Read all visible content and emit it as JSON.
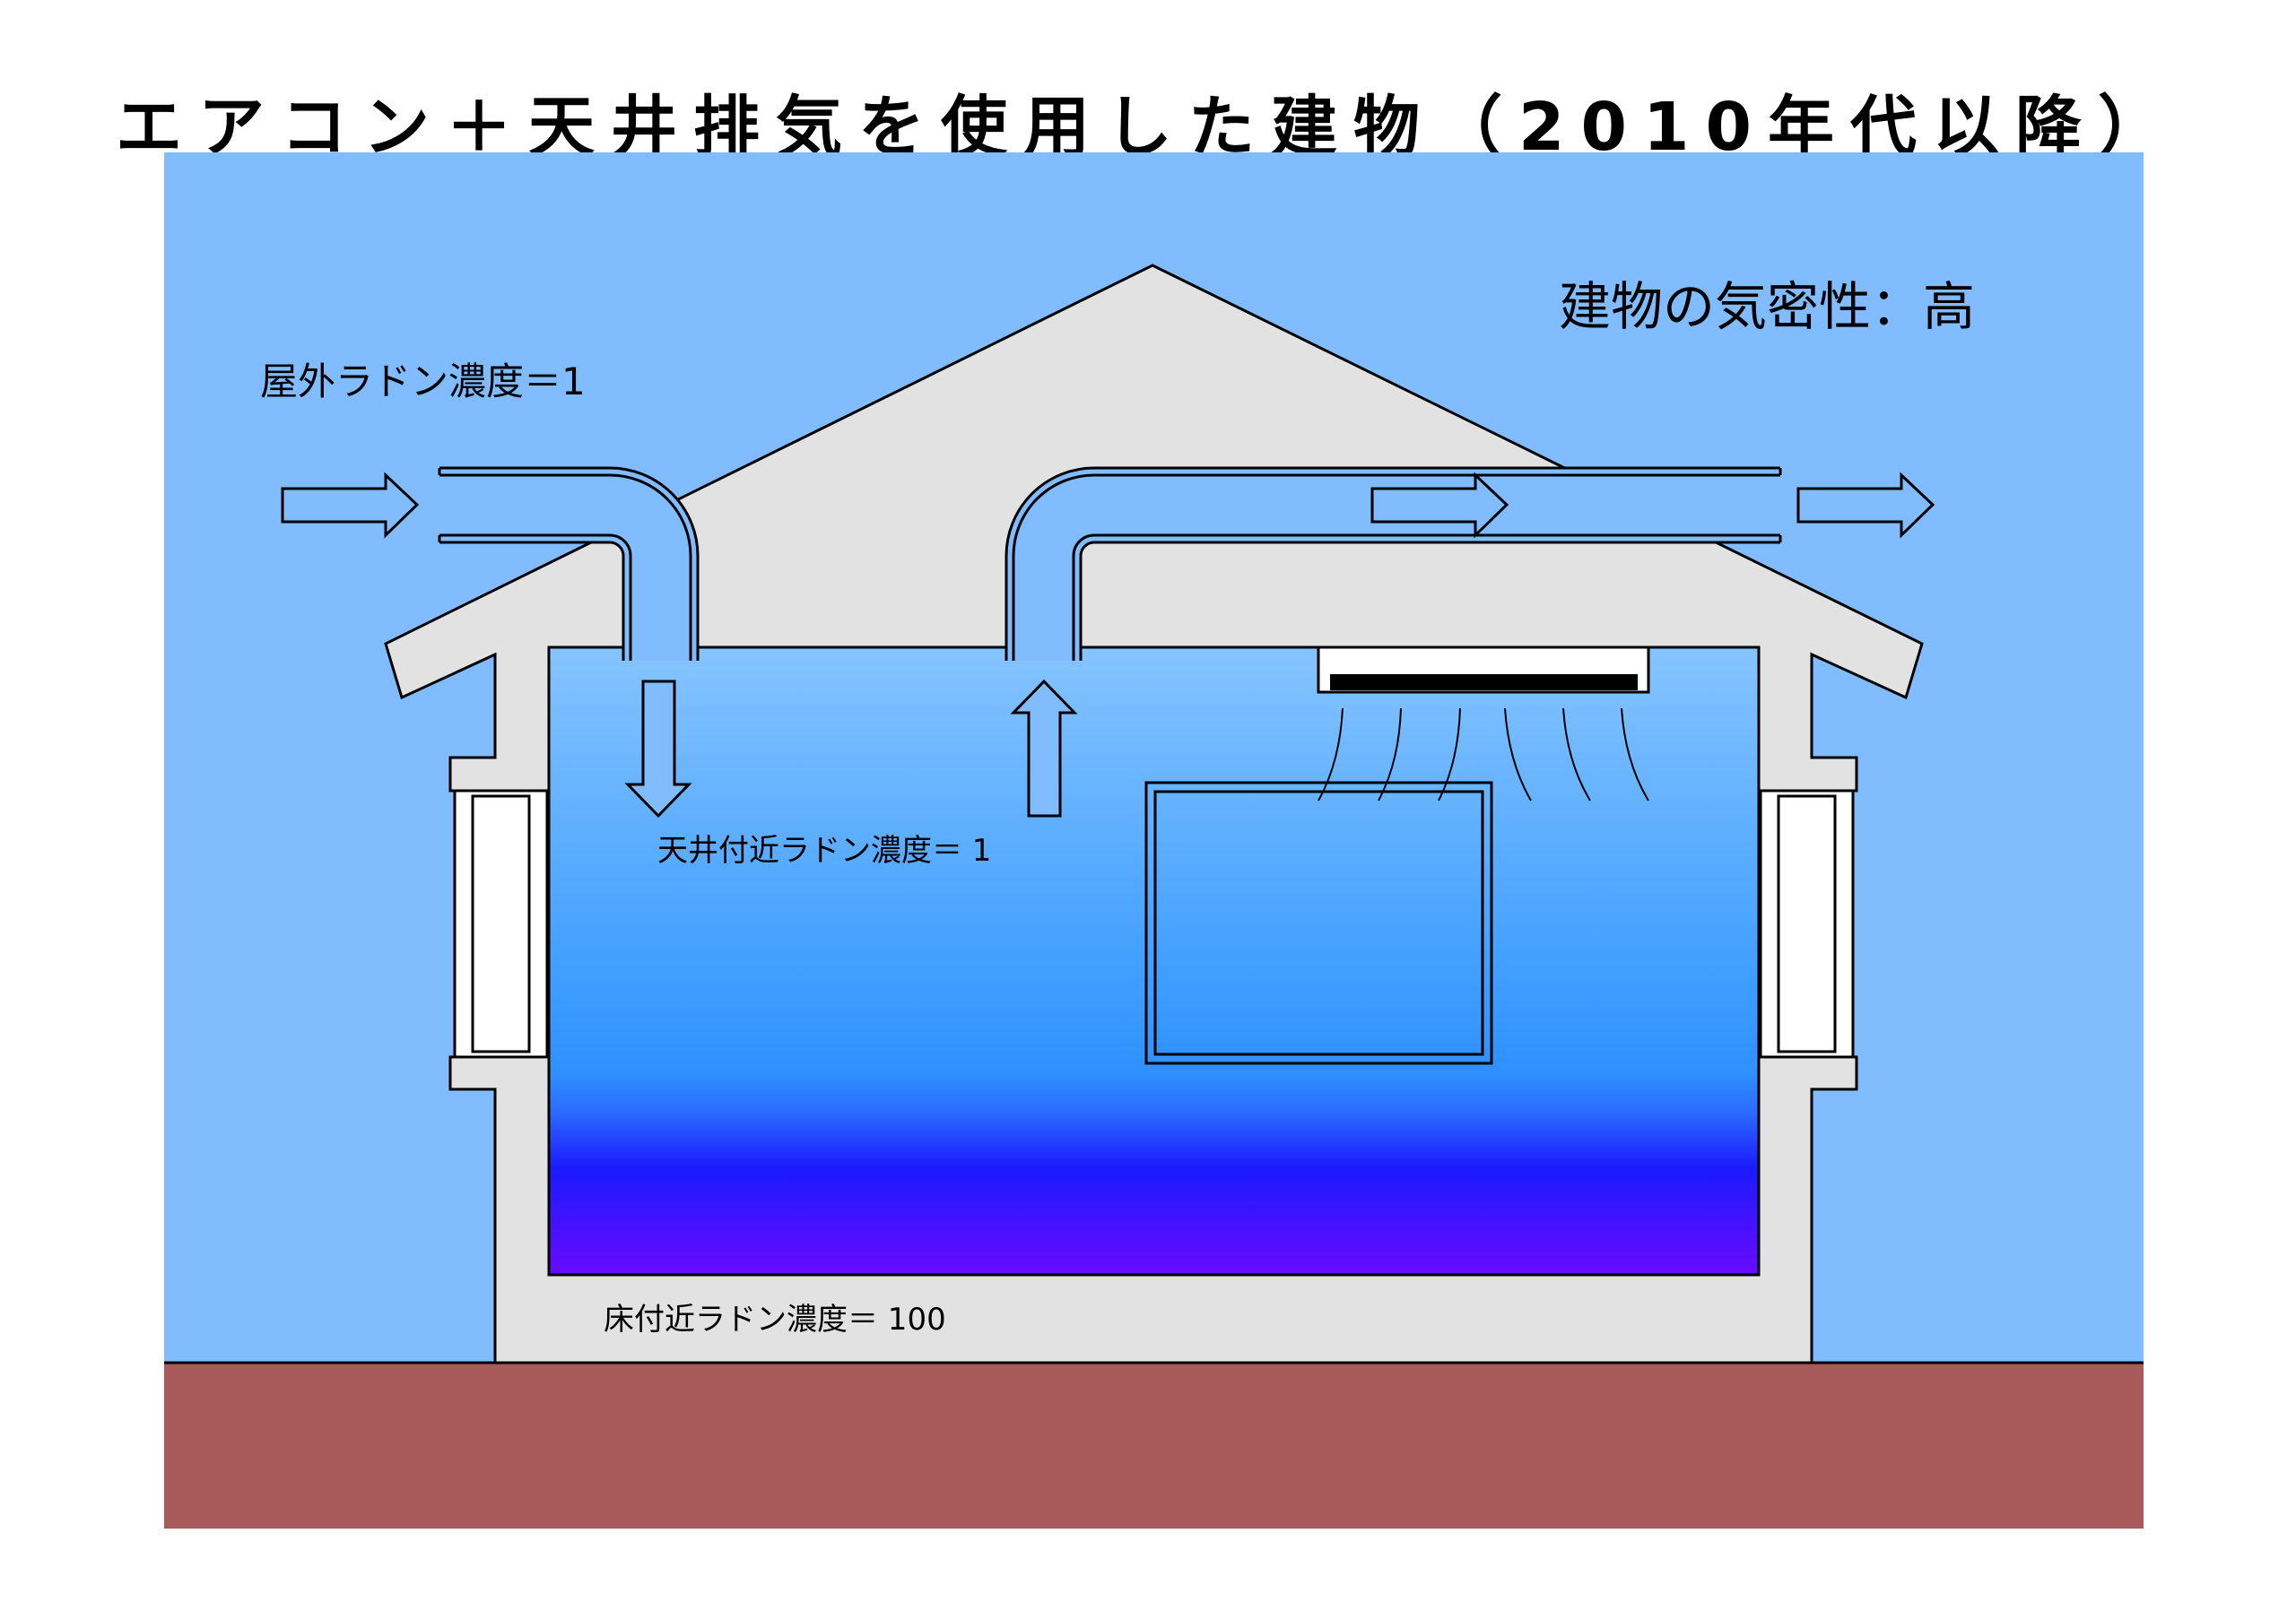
{
  "title": "エアコン＋天井排気を使用した建物（2010年代以降）",
  "labels": {
    "outdoor": "屋外ラドン濃度＝1",
    "airtightness": "建物の気密性：高",
    "ceiling": "天井付近ラドン濃度＝ 1",
    "floor": "床付近ラドン濃度＝ 100"
  },
  "colors": {
    "sky": "#80bcff",
    "ground": "#a85a5a",
    "wall": "#e2e2e2",
    "room_top": "#86c4ff",
    "room_mid": "#2f98ff",
    "room_floor": "#1a1aff",
    "room_bottom": "#6a0aff"
  }
}
